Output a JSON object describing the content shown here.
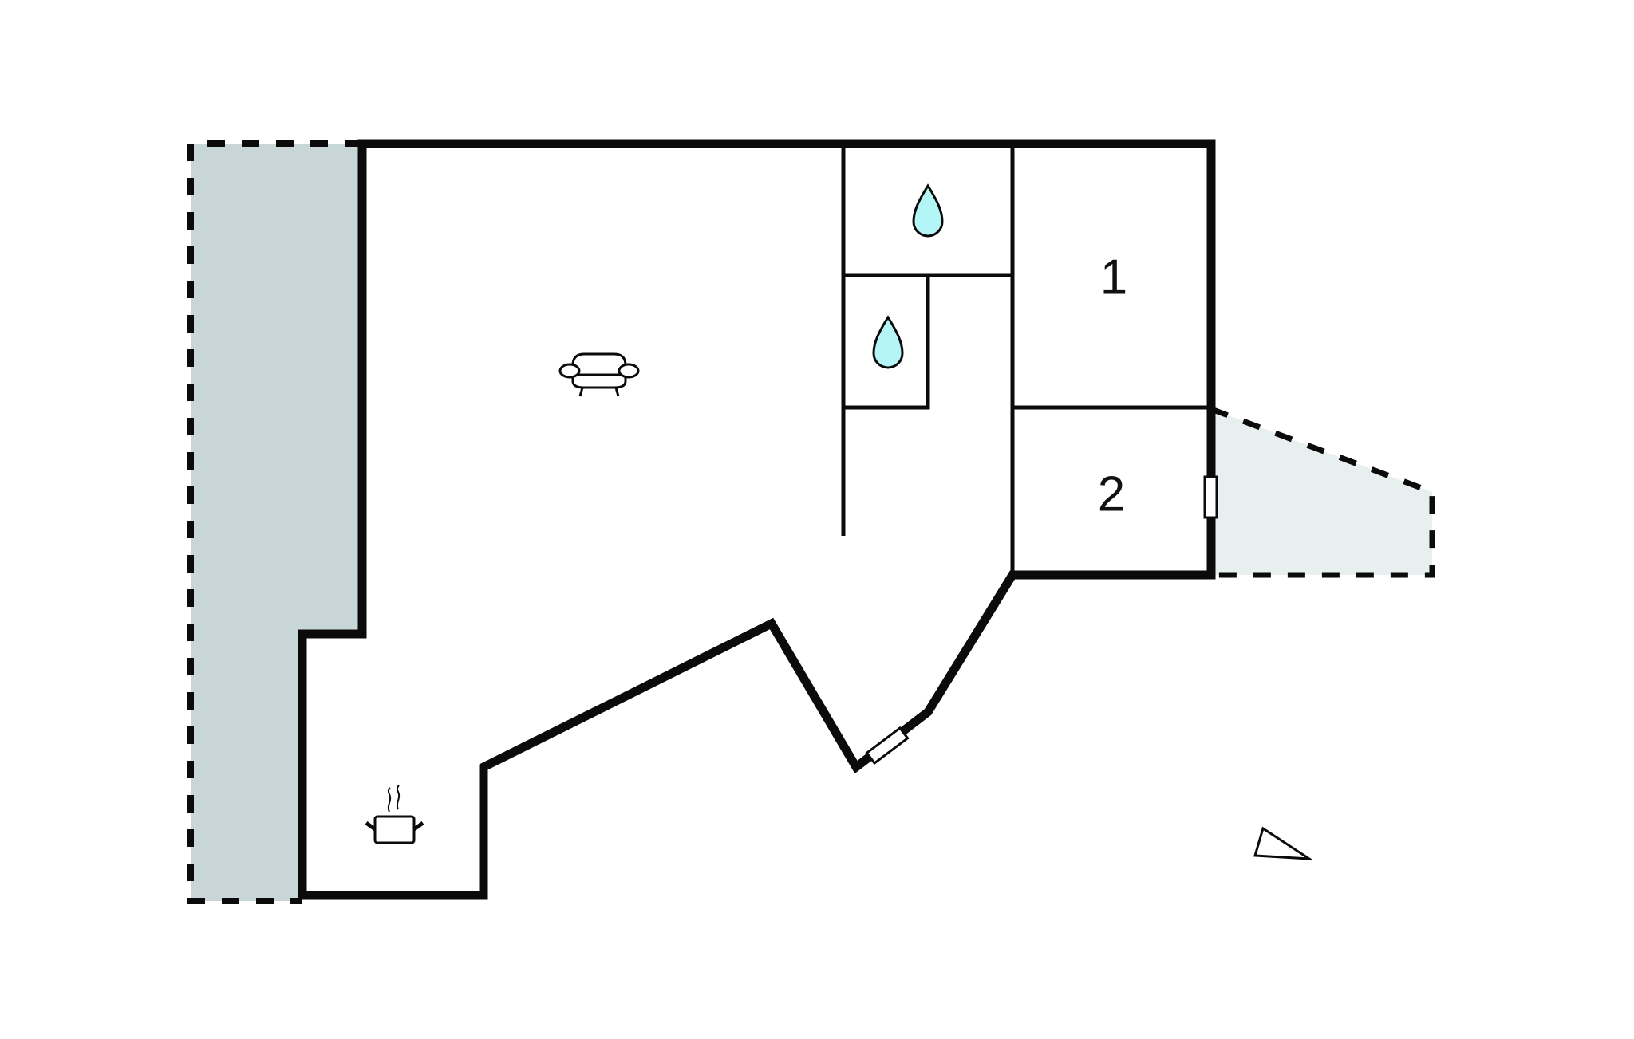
{
  "floorplan": {
    "colors": {
      "wall": "#0a0b0a",
      "terrace_left": "#c8d6d7",
      "terrace_right": "#e8efef",
      "water": "#b4f5f8",
      "background": "#ffffff"
    },
    "rooms": [
      {
        "id": "bedroom-1",
        "label": "1"
      },
      {
        "id": "bedroom-2",
        "label": "2"
      }
    ],
    "icons": [
      {
        "name": "sofa-icon",
        "room": "living-room"
      },
      {
        "name": "cooking-pot-icon",
        "room": "kitchen"
      },
      {
        "name": "water-drop-icon",
        "room": "bathroom-1"
      },
      {
        "name": "water-drop-icon",
        "room": "bathroom-2"
      },
      {
        "name": "compass-triangle-icon",
        "room": "none"
      }
    ]
  }
}
